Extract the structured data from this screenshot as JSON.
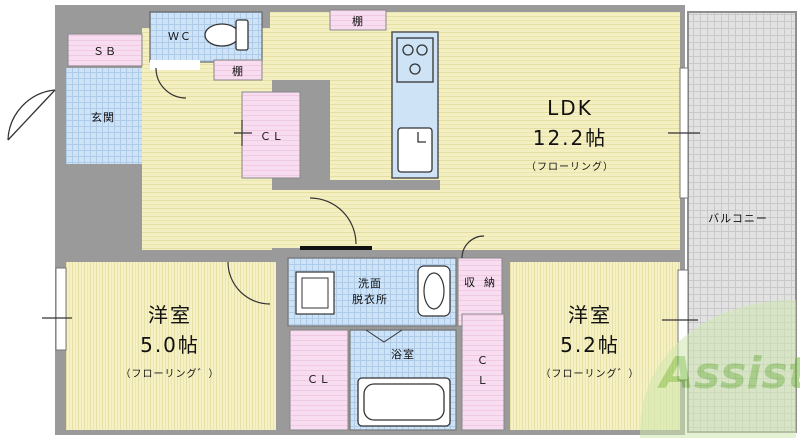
{
  "rooms": {
    "ldk": {
      "name": "LDK",
      "size": "12.2帖",
      "note": "（フローリング）"
    },
    "western_left": {
      "name": "洋室",
      "size": "5.0帖",
      "note": "（フローリング゛）"
    },
    "western_right": {
      "name": "洋室",
      "size": "5.2帖",
      "note": "（フローリング゛）"
    },
    "entrance": "玄関",
    "shoe_box": "ＳＢ",
    "toilet": "ＷＣ",
    "shelf_top": "棚",
    "shelf_toilet": "棚",
    "washroom": [
      "洗面",
      "脱衣所"
    ],
    "bathroom": "浴室",
    "storage": [
      "収",
      "納"
    ],
    "closet_center": "ＣＬ",
    "closet_left": "ＣＬ",
    "closet_right": [
      "Ｃ",
      "Ｌ"
    ],
    "balcony": "バルコニー"
  },
  "watermark": {
    "text": "Assist"
  },
  "colors": {
    "living_floor": "#f6f1c3",
    "wet_area": "#cfe3f7",
    "closet": "#f8dcf0",
    "balcony": "#dcdcdc",
    "wall": "#8f8f8f",
    "watermark": "#9ccc65"
  }
}
